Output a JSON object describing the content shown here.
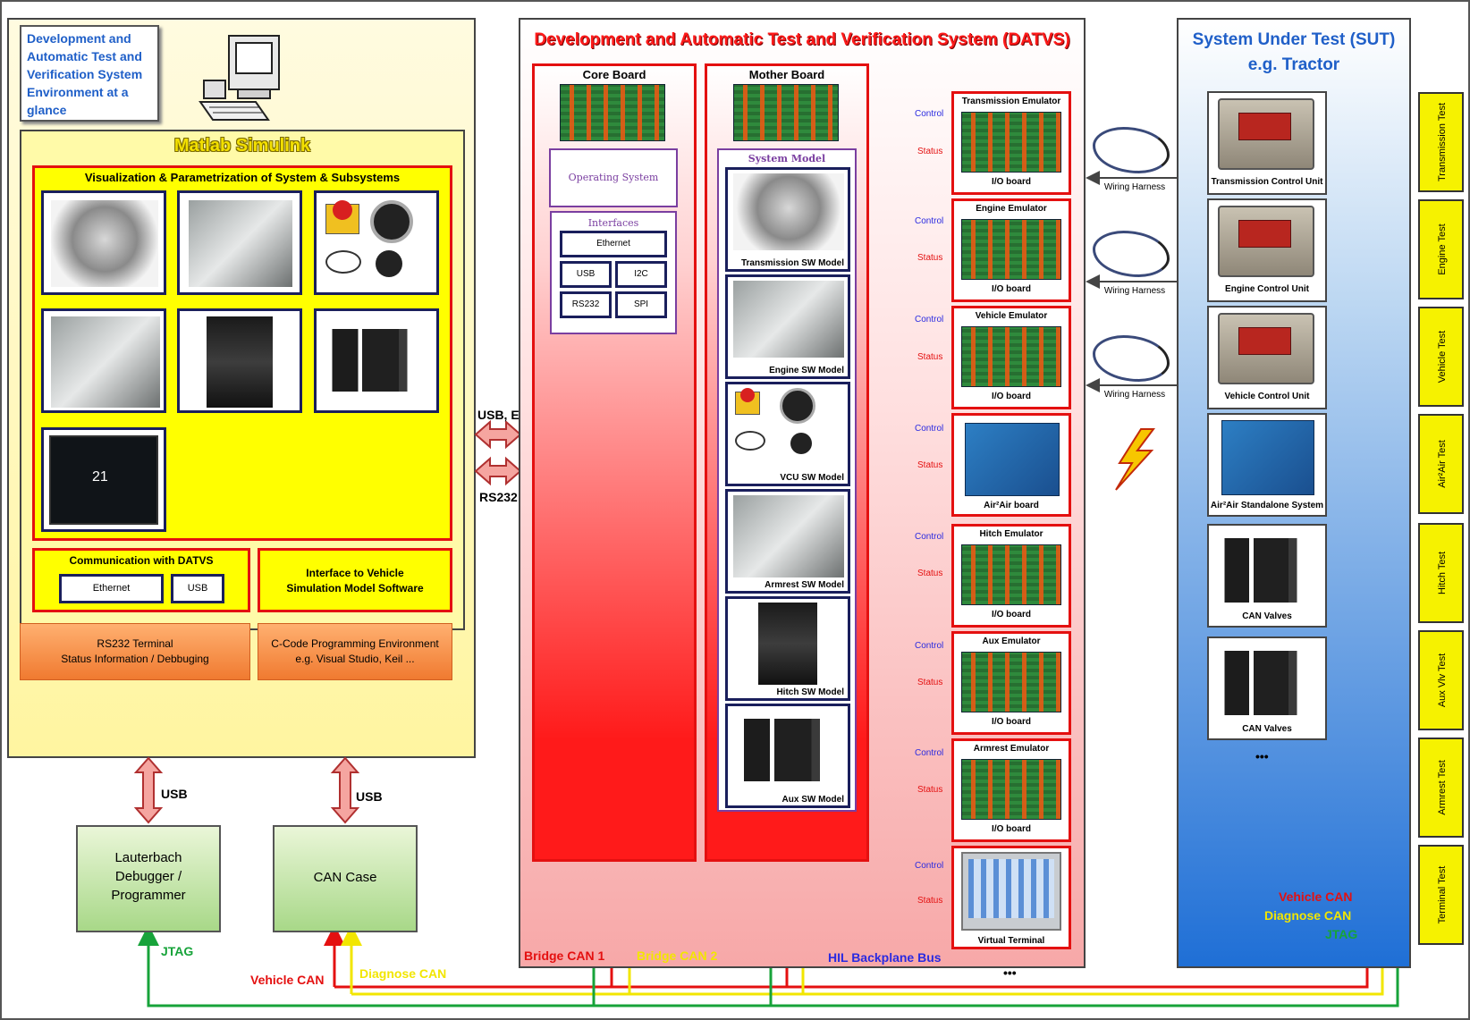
{
  "intro_text": "Development and Automatic Test and Verification System Environment at a glance",
  "matlab": {
    "title": "Matlab Simulink",
    "visualization_title": "Visualization & Parametrization of System & Subsystems",
    "communication_title": "Communication with DATVS",
    "comm_ethernet": "Ethernet",
    "comm_usb": "USB",
    "interface_text_1": "Interface to Vehicle",
    "interface_text_2": "Simulation Model Software",
    "rs232_line1": "RS232 Terminal",
    "rs232_line2": "Status Information / Debbuging",
    "ccode_line1": "C-Code Programming Environment",
    "ccode_line2": "e.g. Visual Studio, Keil ..."
  },
  "links": {
    "usb_ethernet": "USB, Ethernet",
    "rs232": "RS232",
    "usb_left": "USB",
    "usb_right": "USB"
  },
  "lower_left": {
    "lauterbach_1": "Lauterbach",
    "lauterbach_2": "Debugger /",
    "lauterbach_3": "Programmer",
    "can_case": "CAN Case",
    "jtag": "JTAG",
    "vehicle_can": "Vehicle CAN",
    "diagnose_can": "Diagnose CAN"
  },
  "datvs": {
    "title": "Development and Automatic Test and Verification System (DATVS)",
    "core_board": "Core Board",
    "mother_board": "Mother Board",
    "operating_system": "Operating System",
    "interfaces_title": "Interfaces",
    "if_ethernet": "Ethernet",
    "if_usb": "USB",
    "if_i2c": "I2C",
    "if_rs232": "RS232",
    "if_spi": "SPI",
    "system_model": "System Model",
    "sw_models": [
      "Transmission SW Model",
      "Engine SW Model",
      "VCU SW Model",
      "Armrest SW Model",
      "Hitch SW Model",
      "Aux SW Model"
    ],
    "bridge_can_1": "Bridge CAN 1",
    "bridge_can_2": "Bridge CAN 2",
    "hil_backplane": "HIL Backplane Bus",
    "control": "Control",
    "status": "Status",
    "ellipsis": "•••"
  },
  "emulators": [
    {
      "title": "Transmission Emulator",
      "caption": "I/O board"
    },
    {
      "title": "Engine Emulator",
      "caption": "I/O board"
    },
    {
      "title": "Vehicle Emulator",
      "caption": "I/O board"
    },
    {
      "title": "",
      "caption": "Air²Air board"
    },
    {
      "title": "Hitch Emulator",
      "caption": "I/O board"
    },
    {
      "title": "Aux Emulator",
      "caption": "I/O board"
    },
    {
      "title": "Armrest Emulator",
      "caption": "I/O board"
    },
    {
      "title": "",
      "caption": "Virtual Terminal"
    }
  ],
  "wiring_harness": "Wiring Harness",
  "sut": {
    "title_1": "System Under Test (SUT)",
    "title_2": "e.g. Tractor",
    "units": [
      "Transmission Control Unit",
      "Engine Control Unit",
      "Vehicle Control Unit",
      "Air²Air Standalone System",
      "CAN Valves",
      "CAN Valves"
    ],
    "ellipsis": "•••",
    "legend_vehicle": "Vehicle CAN",
    "legend_diagnose": "Diagnose CAN",
    "legend_jtag": "JTAG"
  },
  "side_tabs": [
    "Transmission Test",
    "Engine Test",
    "Vehicle Test",
    "Air²Air Test",
    "Hitch Test",
    "Aux Vlv Test",
    "Armrest Test",
    "Terminal Test"
  ],
  "colors": {
    "vehicle_can": "#e41010",
    "diagnose_can": "#f2e600",
    "jtag": "#17a33a",
    "hil_bus": "#2a2ae0",
    "datvs_red": "#ff1a1a",
    "sut_blue": "#1f6fd6"
  }
}
